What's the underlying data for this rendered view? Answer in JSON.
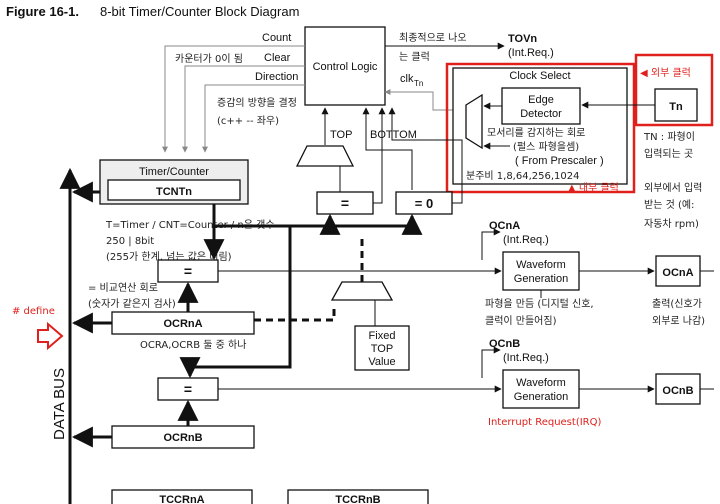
{
  "figure": {
    "number": "Figure 16-1.",
    "title": "8-bit Timer/Counter Block Diagram"
  },
  "control": {
    "label": "Control Logic",
    "count": "Count",
    "clear": "Clear",
    "direction": "Direction",
    "clk": "clk",
    "clk_sub": "Tn"
  },
  "tov": {
    "label": "TOVn",
    "sub": "(Int.Req.)",
    "note1": "최종적으로 나오",
    "note2": "는 클럭"
  },
  "notes": {
    "counter_zero": "카운터가 0이 됨",
    "direction1": "증감의 방향을 결정",
    "direction2": "(c++ -- 좌우)",
    "top": "TOP",
    "bottom": "BOTTOM",
    "tcnt1": "T=Timer   / CNT=Counter / n은 갯수",
    "tcnt2": "250 | 8bit",
    "tcnt3": "(255가 한계, 넘는     값은 버림)",
    "compare1": "= 비교연산 회로",
    "compare2": "(숫자가 같은지 검사)",
    "ocr_pair": "OCRA,OCRB 둘 중 하나",
    "define": "# define",
    "waveform_a1": "파형을 만듬 (디지털 신호,",
    "waveform_a2": "클럭이 만들어짐)",
    "output1": "출력(신호가",
    "output2": "외부로 나감)",
    "irq": "Interrupt Request(IRQ)"
  },
  "clock_select": {
    "title": "Clock Select",
    "edge1": "Edge",
    "edge2": "Detector",
    "edge_note": "모서리를 감지하는 회로",
    "pulse_note": "(펄스 파형을셈)",
    "prescaler": "( From Prescaler )",
    "divider": "분주비 1,8,64,256,1024",
    "internal_clock": "▲ 내부 클럭"
  },
  "external": {
    "label": "◀ 외부 클럭",
    "tn": "Tn",
    "tn_note1": "TN : 파형이",
    "tn_note2": "입력되는 곳",
    "ext_note1": "외부에서 입력",
    "ext_note2": "받는 것 (예:",
    "ext_note3": "자동차 rpm)"
  },
  "timer_counter": {
    "label": "Timer/Counter",
    "register": "TCNTn"
  },
  "eq_top": "=",
  "eq_zero": "= 0",
  "cmp_a": "=",
  "cmp_b": "=",
  "ocrna": "OCRnA",
  "ocrnb": "OCRnB",
  "fixed_top": {
    "line1": "Fixed",
    "line2": "TOP",
    "line3": "Value"
  },
  "oca": {
    "label": "OCnA",
    "sub": "(Int.Req.)",
    "wave1": "Waveform",
    "wave2": "Generation",
    "out": "OCnA"
  },
  "ocb": {
    "label": "OCnB",
    "sub": "(Int.Req.)",
    "wave1": "Waveform",
    "wave2": "Generation",
    "out": "OCnB"
  },
  "data_bus": "DATA BUS",
  "tccrna": "TCCRnA",
  "tccrnb": "TCCRnB",
  "colors": {
    "annotation_red": "#e0201c",
    "line": "#111111"
  }
}
